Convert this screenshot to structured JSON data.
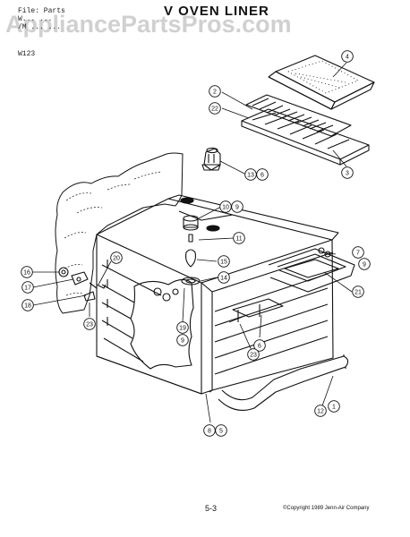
{
  "header": {
    "file_line": "File: Parts",
    "line2": "W... ...",
    "line3": "/M ... ...",
    "model": "W123"
  },
  "title": "V  OVEN LINER",
  "watermark": "AppliancePartsPros.com",
  "footer": {
    "page": "5-3",
    "copyright": "©Copyright 1989 Jenn-Air Company"
  },
  "callouts": [
    {
      "id": "c4",
      "a": "4"
    },
    {
      "id": "c2",
      "a": "2"
    },
    {
      "id": "c22a",
      "a": "22"
    },
    {
      "id": "c3",
      "a": "3"
    },
    {
      "id": "c13",
      "a": "13",
      "b": "6"
    },
    {
      "id": "c10",
      "a": "10",
      "b": "9"
    },
    {
      "id": "c11",
      "a": "11"
    },
    {
      "id": "c7",
      "a": "7",
      "b": "9"
    },
    {
      "id": "c15",
      "a": "15"
    },
    {
      "id": "c14",
      "a": "14"
    },
    {
      "id": "c20",
      "a": "20"
    },
    {
      "id": "c16",
      "a": "16"
    },
    {
      "id": "c17",
      "a": "17"
    },
    {
      "id": "c18",
      "a": "18"
    },
    {
      "id": "c23a",
      "a": "23"
    },
    {
      "id": "c19",
      "a": "19",
      "b": "9"
    },
    {
      "id": "c21",
      "a": "21"
    },
    {
      "id": "c6",
      "a": "6"
    },
    {
      "id": "c23b",
      "a": "23"
    },
    {
      "id": "c12",
      "a": "12",
      "b": "1"
    },
    {
      "id": "c8",
      "a": "8",
      "b": "5"
    }
  ]
}
